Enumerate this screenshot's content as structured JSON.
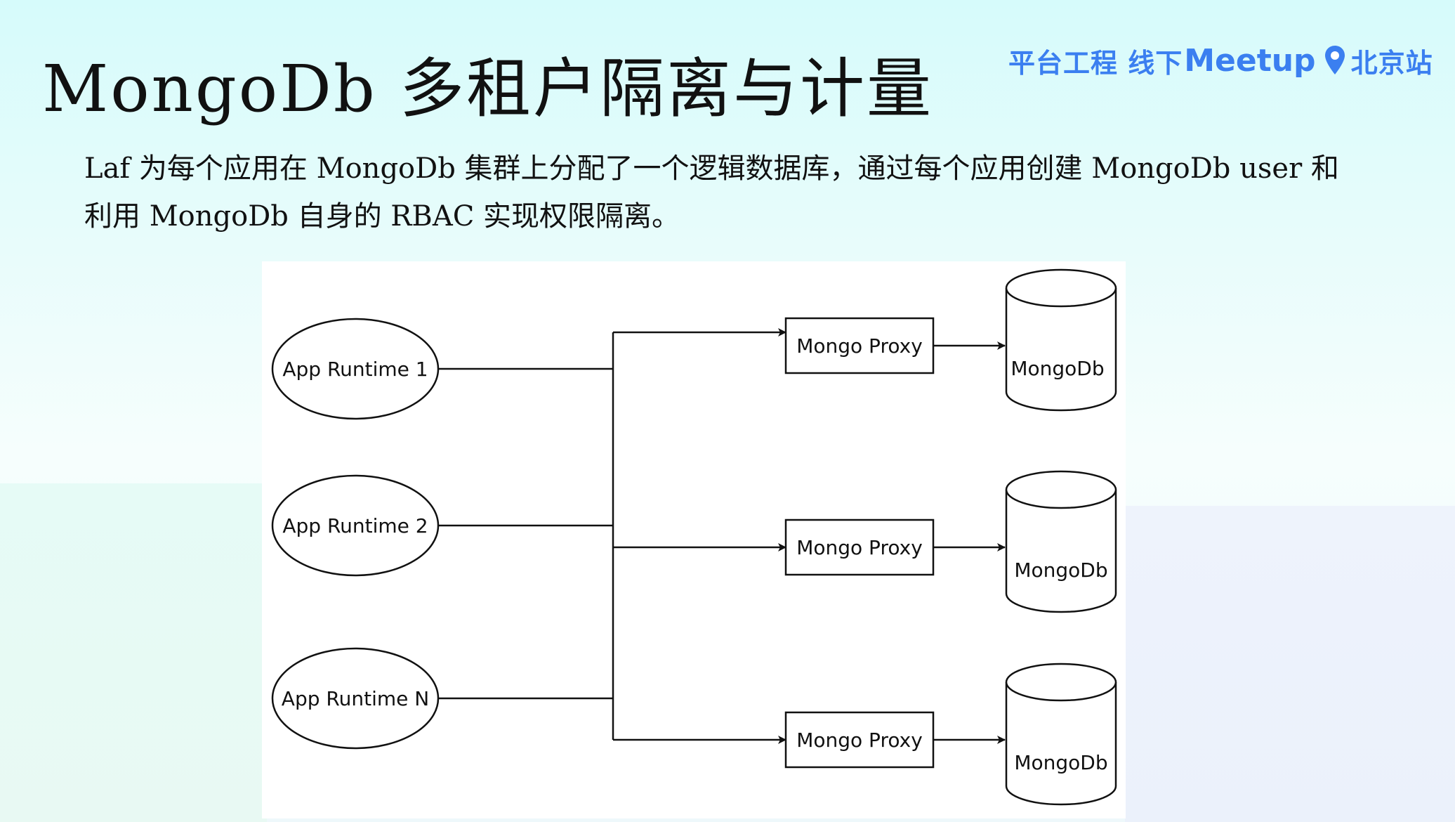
{
  "title": "MongoDb 多租户隔离与计量",
  "brand": {
    "event": "平台工程 线下",
    "meetup": "Meetup",
    "city": "北京站",
    "pin_icon": "location-pin-icon",
    "color": "#3b7ff0"
  },
  "description": "Laf 为每个应用在 MongoDb 集群上分配了一个逻辑数据库，通过每个应用创建 MongoDb user 和利用 MongoDb 自身的 RBAC 实现权限隔离。",
  "diagram": {
    "runtimes": [
      {
        "label": "App Runtime 1"
      },
      {
        "label": "App Runtime 2"
      },
      {
        "label": "App Runtime N"
      }
    ],
    "proxies": [
      {
        "label": "Mongo Proxy"
      },
      {
        "label": "Mongo Proxy"
      },
      {
        "label": "Mongo Proxy"
      }
    ],
    "databases": [
      {
        "label": "MongoDb"
      },
      {
        "label": "MongoDb"
      },
      {
        "label": "MongoDb"
      }
    ]
  }
}
